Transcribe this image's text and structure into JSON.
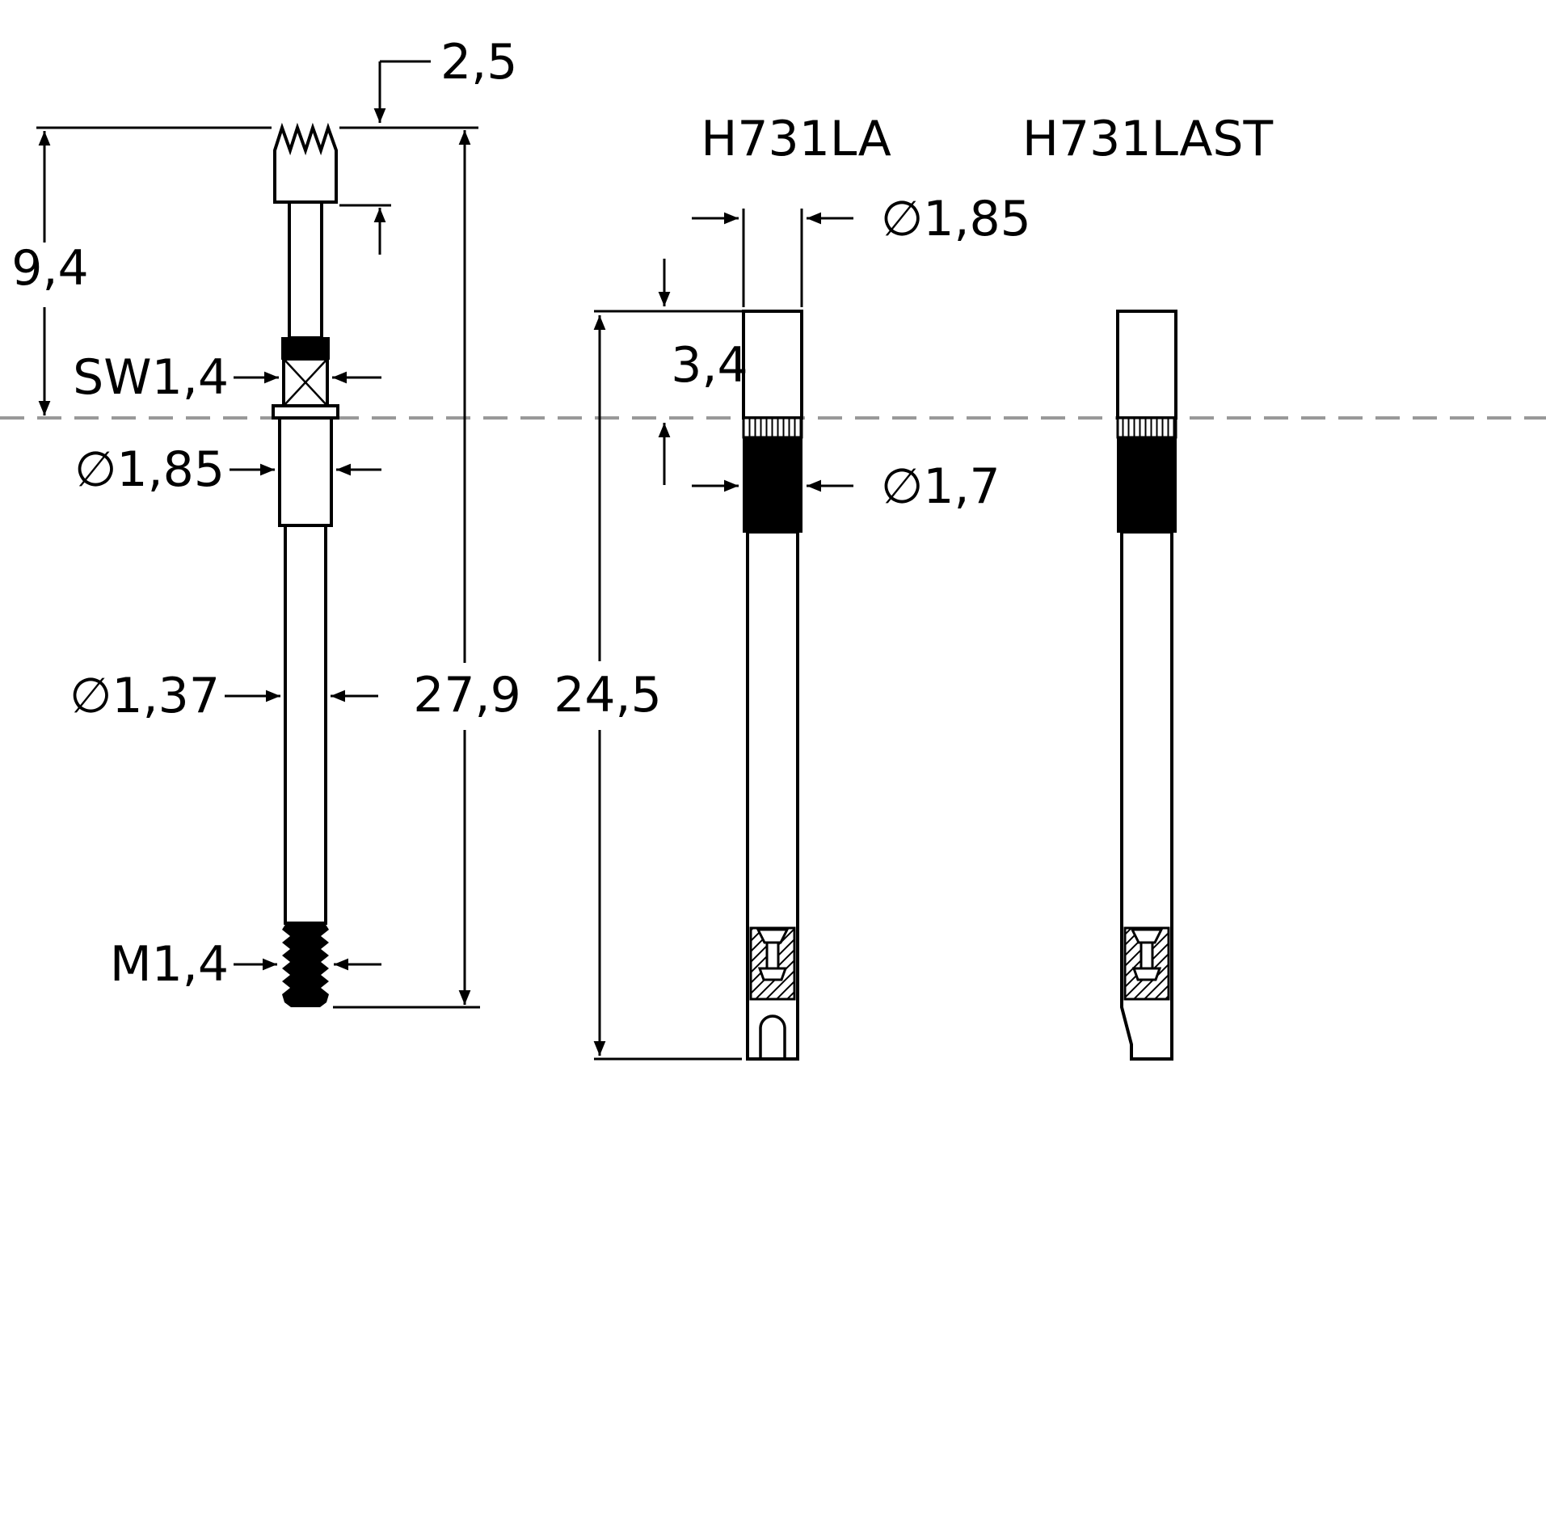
{
  "colors": {
    "line": "#000000",
    "mounting_plane": "#999999",
    "background": "#ffffff"
  },
  "probe": {
    "dim_tip_length": "2,5",
    "dim_above_plane": "9,4",
    "dim_hex": "SW1,4",
    "dim_barrel_diameter": "∅1,85",
    "dim_shaft_diameter": "∅1,37",
    "dim_total_length": "27,9",
    "dim_thread": "M1,4"
  },
  "receptacle_la": {
    "title": "H731LA",
    "dim_outer_diameter": "∅1,85",
    "dim_head_length": "3,4",
    "dim_tube_diameter": "∅1,7",
    "dim_total_length": "24,5"
  },
  "receptacle_last": {
    "title": "H731LAST"
  }
}
